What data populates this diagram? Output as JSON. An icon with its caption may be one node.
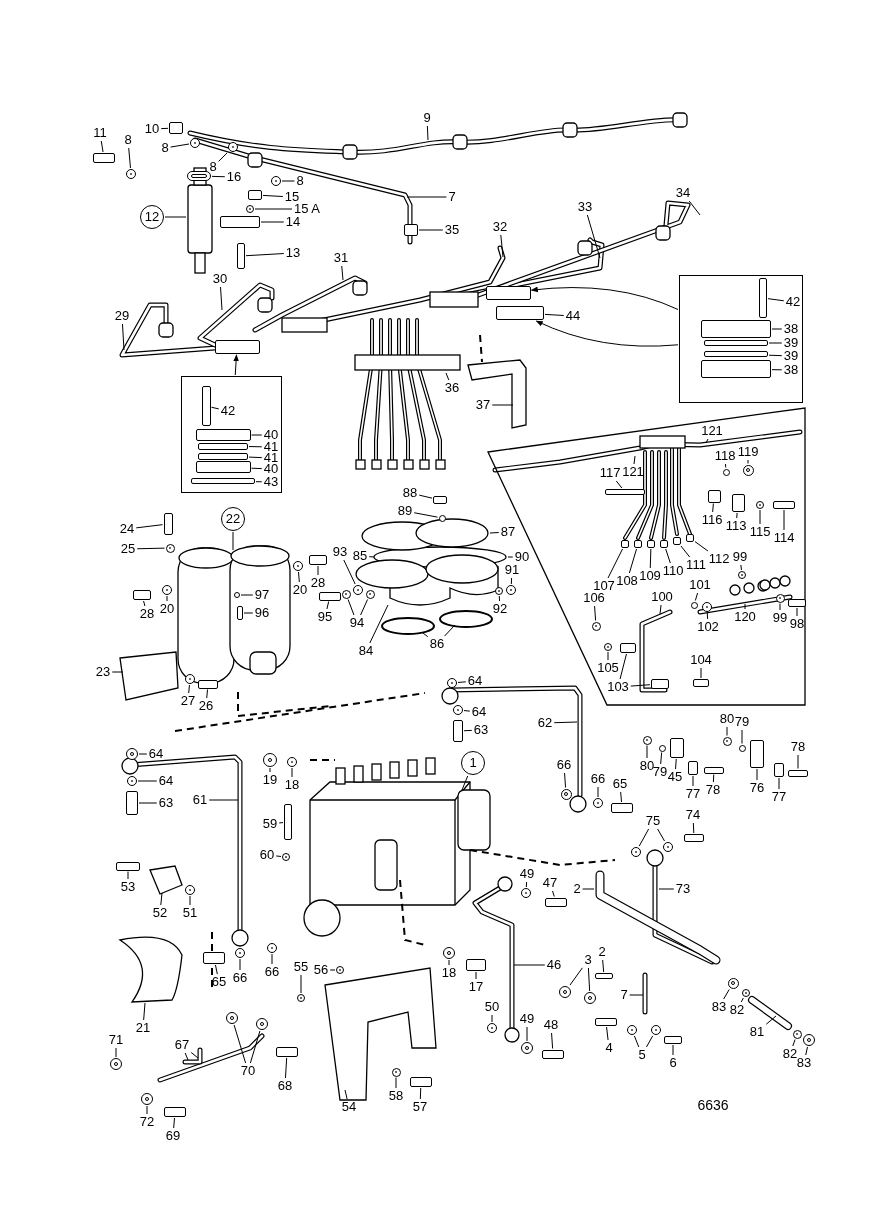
{
  "diagram": {
    "nodes": [
      {
        "text": [],
        "shape": "box"
      },
      {
        "text": [],
        "shape": "box"
      },
      {
        "text": [],
        "shape": "box"
      },
      {
        "text": [
          "11"
        ]
      },
      {
        "text": [
          "10"
        ]
      },
      {
        "text": [
          "8"
        ]
      },
      {
        "text": [
          "8"
        ]
      },
      {
        "text": [
          "9"
        ]
      },
      {
        "text": [
          "8"
        ]
      },
      {
        "text": [
          "16"
        ]
      },
      {
        "text": [
          "8"
        ]
      },
      {
        "text": [
          "15"
        ]
      },
      {
        "text": [
          "15 A"
        ]
      },
      {
        "text": [
          "14"
        ]
      },
      {
        "text": [
          "12"
        ]
      },
      {
        "text": [
          "13"
        ]
      },
      {
        "text": [
          "7"
        ]
      },
      {
        "text": [
          "35"
        ]
      },
      {
        "text": [
          "32"
        ]
      },
      {
        "text": [
          "33"
        ]
      },
      {
        "text": [
          "34"
        ]
      },
      {
        "text": [
          "31"
        ]
      },
      {
        "text": [
          "30"
        ]
      },
      {
        "text": [
          "29"
        ]
      },
      {
        "text": [
          "44"
        ]
      },
      {
        "text": [
          "36"
        ]
      },
      {
        "text": [
          "37"
        ]
      },
      {
        "text": [
          "42"
        ],
        "in": 0
      },
      {
        "text": [
          "40"
        ],
        "in": 0
      },
      {
        "text": [
          "41"
        ],
        "in": 0
      },
      {
        "text": [
          "41"
        ],
        "in": 0
      },
      {
        "text": [
          "40"
        ],
        "in": 0
      },
      {
        "text": [
          "43"
        ],
        "in": 0
      },
      {
        "text": [
          "42"
        ],
        "in": 1
      },
      {
        "text": [
          "38"
        ],
        "in": 1
      },
      {
        "text": [
          "39"
        ],
        "in": 1
      },
      {
        "text": [
          "39"
        ],
        "in": 1
      },
      {
        "text": [
          "38"
        ],
        "in": 1
      },
      {
        "text": [
          "121"
        ],
        "in": 2
      },
      {
        "text": [
          "119"
        ],
        "in": 2
      },
      {
        "text": [
          "118"
        ],
        "in": 2
      },
      {
        "text": [
          "121"
        ],
        "in": 2
      },
      {
        "text": [
          "117"
        ],
        "in": 2
      },
      {
        "text": [
          "116"
        ],
        "in": 2
      },
      {
        "text": [
          "113"
        ],
        "in": 2
      },
      {
        "text": [
          "115"
        ],
        "in": 2
      },
      {
        "text": [
          "114"
        ],
        "in": 2
      },
      {
        "text": [
          "107"
        ],
        "in": 2
      },
      {
        "text": [
          "108"
        ],
        "in": 2
      },
      {
        "text": [
          "109"
        ],
        "in": 2
      },
      {
        "text": [
          "110"
        ],
        "in": 2
      },
      {
        "text": [
          "111"
        ],
        "in": 2
      },
      {
        "text": [
          "112"
        ],
        "in": 2
      },
      {
        "text": [
          "99"
        ],
        "in": 2
      },
      {
        "text": [
          "101"
        ],
        "in": 2
      },
      {
        "text": [
          "100"
        ],
        "in": 2
      },
      {
        "text": [
          "106"
        ],
        "in": 2
      },
      {
        "text": [
          "120"
        ],
        "in": 2
      },
      {
        "text": [
          "99"
        ],
        "in": 2
      },
      {
        "text": [
          "98"
        ],
        "in": 2
      },
      {
        "text": [
          "102"
        ],
        "in": 2
      },
      {
        "text": [
          "104"
        ],
        "in": 2
      },
      {
        "text": [
          "105"
        ],
        "in": 2
      },
      {
        "text": [
          "103"
        ],
        "in": 2
      },
      {
        "text": [
          "88"
        ]
      },
      {
        "text": [
          "89"
        ]
      },
      {
        "text": [
          "24"
        ]
      },
      {
        "text": [
          "22"
        ]
      },
      {
        "text": [
          "87"
        ]
      },
      {
        "text": [
          "25"
        ]
      },
      {
        "text": [
          "90"
        ]
      },
      {
        "text": [
          "93"
        ]
      },
      {
        "text": [
          "85"
        ]
      },
      {
        "text": [
          "91"
        ]
      },
      {
        "text": [
          "20"
        ]
      },
      {
        "text": [
          "28"
        ]
      },
      {
        "text": [
          "97"
        ]
      },
      {
        "text": [
          "28"
        ]
      },
      {
        "text": [
          "20"
        ]
      },
      {
        "text": [
          "96"
        ]
      },
      {
        "text": [
          "95"
        ]
      },
      {
        "text": [
          "94"
        ]
      },
      {
        "text": [
          "92"
        ]
      },
      {
        "text": [
          "84"
        ]
      },
      {
        "text": [
          "86"
        ]
      },
      {
        "text": [
          "23"
        ]
      },
      {
        "text": [
          "64"
        ]
      },
      {
        "text": [
          "27"
        ]
      },
      {
        "text": [
          "26"
        ]
      },
      {
        "text": [
          "64"
        ]
      },
      {
        "text": [
          "63"
        ]
      },
      {
        "text": [
          "62"
        ]
      },
      {
        "text": [
          "80"
        ]
      },
      {
        "text": [
          "79"
        ]
      },
      {
        "text": [
          "78"
        ]
      },
      {
        "text": [
          "64"
        ]
      },
      {
        "text": [
          "1"
        ]
      },
      {
        "text": [
          "19"
        ]
      },
      {
        "text": [
          "18"
        ]
      },
      {
        "text": [
          "80"
        ]
      },
      {
        "text": [
          "79"
        ]
      },
      {
        "text": [
          "45"
        ]
      },
      {
        "text": [
          "61"
        ]
      },
      {
        "text": [
          "64"
        ]
      },
      {
        "text": [
          "66"
        ]
      },
      {
        "text": [
          "66"
        ]
      },
      {
        "text": [
          "65"
        ]
      },
      {
        "text": [
          "76"
        ]
      },
      {
        "text": [
          "77"
        ]
      },
      {
        "text": [
          "78"
        ]
      },
      {
        "text": [
          "77"
        ]
      },
      {
        "text": [
          "63"
        ]
      },
      {
        "text": [
          "74"
        ]
      },
      {
        "text": [
          "75"
        ]
      },
      {
        "text": [
          "59"
        ]
      },
      {
        "text": [
          "60"
        ]
      },
      {
        "text": [
          "49"
        ]
      },
      {
        "text": [
          "47"
        ]
      },
      {
        "text": [
          "53"
        ]
      },
      {
        "text": [
          "73"
        ]
      },
      {
        "text": [
          "2"
        ]
      },
      {
        "text": [
          "52"
        ]
      },
      {
        "text": [
          "51"
        ]
      },
      {
        "text": [
          "2"
        ]
      },
      {
        "text": [
          "3"
        ]
      },
      {
        "text": [
          "46"
        ]
      },
      {
        "text": [
          "55"
        ]
      },
      {
        "text": [
          "56"
        ]
      },
      {
        "text": [
          "18"
        ]
      },
      {
        "text": [
          "66"
        ]
      },
      {
        "text": [
          "66"
        ]
      },
      {
        "text": [
          "65"
        ]
      },
      {
        "text": [
          "17"
        ]
      },
      {
        "text": [
          "7"
        ]
      },
      {
        "text": [
          "83"
        ]
      },
      {
        "text": [
          "50"
        ]
      },
      {
        "text": [
          "82"
        ]
      },
      {
        "text": [
          "49"
        ]
      },
      {
        "text": [
          "81"
        ]
      },
      {
        "text": [
          "48"
        ]
      },
      {
        "text": [
          "21"
        ]
      },
      {
        "text": [
          "71"
        ]
      },
      {
        "text": [
          "67"
        ]
      },
      {
        "text": [
          "4"
        ]
      },
      {
        "text": [
          "5"
        ]
      },
      {
        "text": [
          "82"
        ]
      },
      {
        "text": [
          "6"
        ]
      },
      {
        "text": [
          "83"
        ]
      },
      {
        "text": [
          "70"
        ]
      },
      {
        "text": [
          "68"
        ]
      },
      {
        "text": [
          "58"
        ]
      },
      {
        "text": [
          "54"
        ]
      },
      {
        "text": [
          "57"
        ]
      },
      {
        "text": [
          "72"
        ]
      },
      {
        "text": [
          "69"
        ]
      },
      {
        "text": [],
        "shape": "box"
      },
      {
        "text": [],
        "shape": "box"
      },
      {
        "text": [],
        "shape": "circle"
      },
      {
        "text": [],
        "shape": "circle"
      },
      {
        "text": [],
        "shape": "circle"
      },
      {
        "text": [],
        "shape": "circle"
      },
      {
        "text": [],
        "shape": "circle"
      },
      {
        "text": [],
        "shape": "box"
      },
      {
        "text": [],
        "shape": "circle"
      },
      {
        "text": [],
        "shape": "box"
      },
      {
        "text": [],
        "shape": "box"
      },
      {
        "text": [],
        "shape": "box",
        "in": 0
      },
      {
        "text": [],
        "shape": "box",
        "in": 0
      },
      {
        "text": [],
        "shape": "box",
        "in": 0
      },
      {
        "text": [],
        "shape": "box",
        "in": 0
      },
      {
        "text": [],
        "shape": "box",
        "in": 0
      },
      {
        "text": [],
        "shape": "box",
        "in": 0
      },
      {
        "text": [],
        "shape": "box",
        "in": 1
      },
      {
        "text": [],
        "shape": "box",
        "in": 1
      },
      {
        "text": [],
        "shape": "box",
        "in": 1
      },
      {
        "text": [],
        "shape": "box",
        "in": 1
      },
      {
        "text": [],
        "shape": "box",
        "in": 1
      },
      {
        "text": [],
        "shape": "circle",
        "in": 2
      },
      {
        "text": [],
        "shape": "circle",
        "in": 2
      },
      {
        "text": [],
        "shape": "box",
        "in": 2
      },
      {
        "text": [],
        "shape": "box",
        "in": 2
      },
      {
        "text": [],
        "shape": "box",
        "in": 2
      },
      {
        "text": [],
        "shape": "circle",
        "in": 2
      },
      {
        "text": [],
        "shape": "box",
        "in": 2
      },
      {
        "text": [],
        "shape": "box",
        "in": 2
      },
      {
        "text": [],
        "shape": "box",
        "in": 2
      },
      {
        "text": [],
        "shape": "box",
        "in": 2
      },
      {
        "text": [],
        "shape": "box",
        "in": 2
      },
      {
        "text": [],
        "shape": "box",
        "in": 2
      },
      {
        "text": [],
        "shape": "box",
        "in": 2
      },
      {
        "text": [],
        "shape": "circle",
        "in": 2
      },
      {
        "text": [],
        "shape": "circle",
        "in": 2
      },
      {
        "text": [],
        "shape": "circle",
        "in": 2
      },
      {
        "text": [],
        "shape": "circle",
        "in": 2
      },
      {
        "text": [],
        "shape": "box",
        "in": 2
      },
      {
        "text": [],
        "shape": "circle",
        "in": 2
      },
      {
        "text": [],
        "shape": "box",
        "in": 2
      },
      {
        "text": [],
        "shape": "circle",
        "in": 2
      },
      {
        "text": [],
        "shape": "box",
        "in": 2
      },
      {
        "text": [],
        "shape": "box",
        "in": 2
      },
      {
        "text": [],
        "shape": "box"
      },
      {
        "text": [],
        "shape": "circle"
      },
      {
        "text": [],
        "shape": "box"
      },
      {
        "text": [],
        "shape": "circle"
      },
      {
        "text": [],
        "shape": "circle"
      },
      {
        "text": [],
        "shape": "circle"
      },
      {
        "text": [],
        "shape": "circle"
      },
      {
        "text": [],
        "shape": "box"
      },
      {
        "text": [],
        "shape": "circle"
      },
      {
        "text": [],
        "shape": "box"
      },
      {
        "text": [],
        "shape": "circle"
      },
      {
        "text": [],
        "shape": "box"
      },
      {
        "text": [],
        "shape": "box"
      },
      {
        "text": [],
        "shape": "circle"
      },
      {
        "text": [],
        "shape": "circle"
      },
      {
        "text": [],
        "shape": "circle"
      },
      {
        "text": [],
        "shape": "circle"
      },
      {
        "text": [],
        "shape": "circle"
      },
      {
        "text": [],
        "shape": "box"
      },
      {
        "text": [],
        "shape": "circle"
      },
      {
        "text": [],
        "shape": "box"
      },
      {
        "text": [],
        "shape": "circle"
      },
      {
        "text": [],
        "shape": "circle"
      },
      {
        "text": [],
        "shape": "box"
      },
      {
        "text": [],
        "shape": "circle"
      },
      {
        "text": [],
        "shape": "circle"
      },
      {
        "text": [],
        "shape": "circle"
      },
      {
        "text": [],
        "shape": "circle"
      },
      {
        "text": [],
        "shape": "circle"
      },
      {
        "text": [],
        "shape": "box"
      },
      {
        "text": [],
        "shape": "circle"
      },
      {
        "text": [],
        "shape": "circle"
      },
      {
        "text": [],
        "shape": "circle"
      },
      {
        "text": [],
        "shape": "box"
      },
      {
        "text": [],
        "shape": "box"
      },
      {
        "text": [],
        "shape": "box"
      },
      {
        "text": [],
        "shape": "box"
      },
      {
        "text": [],
        "shape": "box"
      },
      {
        "text": [],
        "shape": "box"
      },
      {
        "text": [],
        "shape": "box"
      },
      {
        "text": [],
        "shape": "circle"
      },
      {
        "text": [],
        "shape": "circle"
      },
      {
        "text": [],
        "shape": "box"
      },
      {
        "text": [],
        "shape": "circle"
      },
      {
        "text": [],
        "shape": "circle"
      },
      {
        "text": [],
        "shape": "box"
      },
      {
        "text": [],
        "shape": "box"
      },
      {
        "text": [],
        "shape": "circle"
      },
      {
        "text": [],
        "shape": "circle"
      },
      {
        "text": [],
        "shape": "circle"
      },
      {
        "text": [],
        "shape": "circle"
      },
      {
        "text": [],
        "shape": "circle"
      },
      {
        "text": [],
        "shape": "circle"
      },
      {
        "text": [],
        "shape": "circle"
      },
      {
        "text": [],
        "shape": "circle"
      },
      {
        "text": [],
        "shape": "box"
      },
      {
        "text": [],
        "shape": "box"
      },
      {
        "text": [],
        "shape": "circle"
      },
      {
        "text": [],
        "shape": "circle"
      },
      {
        "text": [],
        "shape": "circle"
      },
      {
        "text": [],
        "shape": "circle"
      },
      {
        "text": [],
        "shape": "box"
      },
      {
        "text": [],
        "shape": "circle"
      },
      {
        "text": [],
        "shape": "box"
      },
      {
        "text": [],
        "shape": "circle"
      },
      {
        "text": [],
        "shape": "circle"
      },
      {
        "text": [],
        "shape": "circle"
      },
      {
        "text": [],
        "shape": "box"
      },
      {
        "text": [],
        "shape": "circle"
      },
      {
        "text": [],
        "shape": "circle"
      },
      {
        "text": [],
        "shape": "circle"
      },
      {
        "text": [],
        "shape": "box"
      },
      {
        "text": [],
        "shape": "circle"
      },
      {
        "text": [],
        "shape": "box"
      },
      {
        "text": [],
        "shape": "circle"
      },
      {
        "text": [],
        "shape": "box"
      },
      {
        "text": [],
        "shape": "box"
      },
      {
        "text": [],
        "shape": "box"
      },
      {
        "text": [],
        "shape": "box"
      },
      {
        "text": [],
        "shape": "box"
      },
      {
        "text": [],
        "shape": "box"
      }
    ],
    "edges": [
      {
        "from": 0,
        "to": 278,
        "arrow": "to"
      },
      {
        "from": 1,
        "to": 276,
        "arrow": "to"
      },
      {
        "from": 1,
        "to": 277,
        "arrow": "to"
      },
      {
        "from": 3,
        "to": 155,
        "arrow": "none"
      },
      {
        "from": 4,
        "to": 156,
        "arrow": "none"
      },
      {
        "from": 5,
        "to": 157,
        "arrow": "none"
      },
      {
        "from": 6,
        "to": 158,
        "arrow": "none"
      },
      {
        "from": 7,
        "to": null,
        "arrow": "none"
      },
      {
        "from": 8,
        "to": 159,
        "arrow": "none"
      },
      {
        "from": 9,
        "to": 160,
        "arrow": "none"
      },
      {
        "from": 10,
        "to": 161,
        "arrow": "none"
      },
      {
        "from": 11,
        "to": 162,
        "arrow": "none"
      },
      {
        "from": 12,
        "to": 163,
        "arrow": "none"
      },
      {
        "from": 13,
        "to": 279,
        "arrow": "none"
      },
      {
        "from": 14,
        "to": null,
        "arrow": "none"
      },
      {
        "from": 15,
        "to": 164,
        "arrow": "none"
      },
      {
        "from": 16,
        "to": null,
        "arrow": "none"
      },
      {
        "from": 17,
        "to": 165,
        "arrow": "none"
      },
      {
        "from": 18,
        "to": null,
        "arrow": "none"
      },
      {
        "from": 19,
        "to": null,
        "arrow": "none"
      },
      {
        "from": 20,
        "to": null,
        "arrow": "none"
      },
      {
        "from": 21,
        "to": null,
        "arrow": "none"
      },
      {
        "from": 22,
        "to": null,
        "arrow": "none"
      },
      {
        "from": 23,
        "to": null,
        "arrow": "none"
      },
      {
        "from": 24,
        "to": 277,
        "arrow": "none"
      },
      {
        "from": 25,
        "to": null,
        "arrow": "none"
      },
      {
        "from": 26,
        "to": null,
        "arrow": "none"
      },
      {
        "from": 27,
        "to": 166,
        "arrow": "none"
      },
      {
        "from": 28,
        "to": 167,
        "arrow": "none"
      },
      {
        "from": 29,
        "to": 168,
        "arrow": "none"
      },
      {
        "from": 30,
        "to": 169,
        "arrow": "none"
      },
      {
        "from": 31,
        "to": 170,
        "arrow": "none"
      },
      {
        "from": 32,
        "to": 171,
        "arrow": "none"
      },
      {
        "from": 33,
        "to": 172,
        "arrow": "none"
      },
      {
        "from": 34,
        "to": 173,
        "arrow": "none"
      },
      {
        "from": 35,
        "to": 174,
        "arrow": "none"
      },
      {
        "from": 36,
        "to": 175,
        "arrow": "none"
      },
      {
        "from": 37,
        "to": 176,
        "arrow": "none"
      },
      {
        "from": 38,
        "to": null,
        "arrow": "none"
      },
      {
        "from": 39,
        "to": 177,
        "arrow": "none"
      },
      {
        "from": 40,
        "to": 178,
        "arrow": "none"
      },
      {
        "from": 41,
        "to": null,
        "arrow": "none"
      },
      {
        "from": 42,
        "to": 179,
        "arrow": "none"
      },
      {
        "from": 43,
        "to": 180,
        "arrow": "none"
      },
      {
        "from": 44,
        "to": 181,
        "arrow": "none"
      },
      {
        "from": 45,
        "to": 182,
        "arrow": "none"
      },
      {
        "from": 46,
        "to": 183,
        "arrow": "none"
      },
      {
        "from": 47,
        "to": 184,
        "arrow": "none"
      },
      {
        "from": 48,
        "to": 185,
        "arrow": "none"
      },
      {
        "from": 49,
        "to": 186,
        "arrow": "none"
      },
      {
        "from": 50,
        "to": 187,
        "arrow": "none"
      },
      {
        "from": 51,
        "to": 188,
        "arrow": "none"
      },
      {
        "from": 52,
        "to": 189,
        "arrow": "none"
      },
      {
        "from": 53,
        "to": 190,
        "arrow": "none"
      },
      {
        "from": 54,
        "to": 191,
        "arrow": "none"
      },
      {
        "from": 55,
        "to": null,
        "arrow": "none"
      },
      {
        "from": 56,
        "to": 192,
        "arrow": "none"
      },
      {
        "from": 57,
        "to": null,
        "arrow": "none"
      },
      {
        "from": 58,
        "to": 193,
        "arrow": "none"
      },
      {
        "from": 59,
        "to": 194,
        "arrow": "none"
      },
      {
        "from": 60,
        "to": 195,
        "arrow": "none"
      },
      {
        "from": 61,
        "to": 196,
        "arrow": "none"
      },
      {
        "from": 62,
        "to": 197,
        "arrow": "none"
      },
      {
        "from": 63,
        "to": 198,
        "arrow": "none"
      },
      {
        "from": 63,
        "to": 199,
        "arrow": "none"
      },
      {
        "from": 64,
        "to": 200,
        "arrow": "none"
      },
      {
        "from": 65,
        "to": 201,
        "arrow": "none"
      },
      {
        "from": 66,
        "to": 202,
        "arrow": "none"
      },
      {
        "from": 67,
        "to": null,
        "arrow": "none"
      },
      {
        "from": 68,
        "to": null,
        "arrow": "none"
      },
      {
        "from": 69,
        "to": 203,
        "arrow": "none"
      },
      {
        "from": 70,
        "to": null,
        "arrow": "none"
      },
      {
        "from": 71,
        "to": 204,
        "arrow": "none"
      },
      {
        "from": 72,
        "to": null,
        "arrow": "none"
      },
      {
        "from": 73,
        "to": 205,
        "arrow": "none"
      },
      {
        "from": 74,
        "to": 206,
        "arrow": "none"
      },
      {
        "from": 75,
        "to": 207,
        "arrow": "none"
      },
      {
        "from": 76,
        "to": 208,
        "arrow": "none"
      },
      {
        "from": 77,
        "to": 209,
        "arrow": "none"
      },
      {
        "from": 78,
        "to": 210,
        "arrow": "none"
      },
      {
        "from": 79,
        "to": 211,
        "arrow": "none"
      },
      {
        "from": 80,
        "to": 212,
        "arrow": "none"
      },
      {
        "from": 81,
        "to": 213,
        "arrow": "none"
      },
      {
        "from": 81,
        "to": 214,
        "arrow": "none"
      },
      {
        "from": 82,
        "to": 215,
        "arrow": "none"
      },
      {
        "from": 83,
        "to": null,
        "arrow": "none"
      },
      {
        "from": 84,
        "to": null,
        "arrow": "none"
      },
      {
        "from": 84,
        "to": null,
        "arrow": "none"
      },
      {
        "from": 85,
        "to": null,
        "arrow": "none"
      },
      {
        "from": 86,
        "to": 216,
        "arrow": "none"
      },
      {
        "from": 87,
        "to": 217,
        "arrow": "none"
      },
      {
        "from": 88,
        "to": 218,
        "arrow": "none"
      },
      {
        "from": 89,
        "to": 219,
        "arrow": "none"
      },
      {
        "from": 90,
        "to": 220,
        "arrow": "none"
      },
      {
        "from": 91,
        "to": null,
        "arrow": "none"
      },
      {
        "from": 92,
        "to": 221,
        "arrow": "none"
      },
      {
        "from": 93,
        "to": 222,
        "arrow": "none"
      },
      {
        "from": 94,
        "to": 223,
        "arrow": "none"
      },
      {
        "from": 95,
        "to": 224,
        "arrow": "none"
      },
      {
        "from": 96,
        "to": null,
        "arrow": "none"
      },
      {
        "from": 97,
        "to": 225,
        "arrow": "none"
      },
      {
        "from": 98,
        "to": 226,
        "arrow": "none"
      },
      {
        "from": 99,
        "to": 227,
        "arrow": "none"
      },
      {
        "from": 100,
        "to": 228,
        "arrow": "none"
      },
      {
        "from": 101,
        "to": 229,
        "arrow": "none"
      },
      {
        "from": 102,
        "to": null,
        "arrow": "none"
      },
      {
        "from": 103,
        "to": 230,
        "arrow": "none"
      },
      {
        "from": 104,
        "to": 231,
        "arrow": "none"
      },
      {
        "from": 105,
        "to": 232,
        "arrow": "none"
      },
      {
        "from": 106,
        "to": 233,
        "arrow": "none"
      },
      {
        "from": 107,
        "to": 234,
        "arrow": "none"
      },
      {
        "from": 108,
        "to": 235,
        "arrow": "none"
      },
      {
        "from": 109,
        "to": 236,
        "arrow": "none"
      },
      {
        "from": 110,
        "to": 237,
        "arrow": "none"
      },
      {
        "from": 111,
        "to": 238,
        "arrow": "none"
      },
      {
        "from": 112,
        "to": 239,
        "arrow": "none"
      },
      {
        "from": 113,
        "to": 240,
        "arrow": "none"
      },
      {
        "from": 113,
        "to": 241,
        "arrow": "none"
      },
      {
        "from": 114,
        "to": 242,
        "arrow": "none"
      },
      {
        "from": 115,
        "to": 243,
        "arrow": "none"
      },
      {
        "from": 116,
        "to": 244,
        "arrow": "none"
      },
      {
        "from": 117,
        "to": 245,
        "arrow": "none"
      },
      {
        "from": 118,
        "to": 246,
        "arrow": "none"
      },
      {
        "from": 119,
        "to": null,
        "arrow": "none"
      },
      {
        "from": 120,
        "to": null,
        "arrow": "none"
      },
      {
        "from": 121,
        "to": null,
        "arrow": "none"
      },
      {
        "from": 122,
        "to": 247,
        "arrow": "none"
      },
      {
        "from": 123,
        "to": 280,
        "arrow": "none"
      },
      {
        "from": 124,
        "to": 248,
        "arrow": "none"
      },
      {
        "from": 124,
        "to": 249,
        "arrow": "none"
      },
      {
        "from": 125,
        "to": null,
        "arrow": "none"
      },
      {
        "from": 126,
        "to": 250,
        "arrow": "none"
      },
      {
        "from": 127,
        "to": 251,
        "arrow": "none"
      },
      {
        "from": 128,
        "to": 252,
        "arrow": "none"
      },
      {
        "from": 129,
        "to": 253,
        "arrow": "none"
      },
      {
        "from": 130,
        "to": 254,
        "arrow": "none"
      },
      {
        "from": 131,
        "to": 255,
        "arrow": "none"
      },
      {
        "from": 132,
        "to": 256,
        "arrow": "none"
      },
      {
        "from": 133,
        "to": null,
        "arrow": "none"
      },
      {
        "from": 134,
        "to": 257,
        "arrow": "none"
      },
      {
        "from": 135,
        "to": 258,
        "arrow": "none"
      },
      {
        "from": 136,
        "to": 259,
        "arrow": "none"
      },
      {
        "from": 137,
        "to": 260,
        "arrow": "none"
      },
      {
        "from": 138,
        "to": null,
        "arrow": "none"
      },
      {
        "from": 139,
        "to": 261,
        "arrow": "none"
      },
      {
        "from": 140,
        "to": null,
        "arrow": "none"
      },
      {
        "from": 141,
        "to": 262,
        "arrow": "none"
      },
      {
        "from": 142,
        "to": null,
        "arrow": "none"
      },
      {
        "from": 142,
        "to": null,
        "arrow": "none"
      },
      {
        "from": 143,
        "to": 263,
        "arrow": "none"
      },
      {
        "from": 144,
        "to": 264,
        "arrow": "none"
      },
      {
        "from": 144,
        "to": 265,
        "arrow": "none"
      },
      {
        "from": 145,
        "to": 266,
        "arrow": "none"
      },
      {
        "from": 146,
        "to": 267,
        "arrow": "none"
      },
      {
        "from": 147,
        "to": 268,
        "arrow": "none"
      },
      {
        "from": 148,
        "to": 269,
        "arrow": "none"
      },
      {
        "from": 148,
        "to": 270,
        "arrow": "none"
      },
      {
        "from": 149,
        "to": 271,
        "arrow": "none"
      },
      {
        "from": 150,
        "to": 272,
        "arrow": "none"
      },
      {
        "from": 151,
        "to": null,
        "arrow": "none"
      },
      {
        "from": 152,
        "to": 273,
        "arrow": "none"
      },
      {
        "from": 153,
        "to": 274,
        "arrow": "none"
      },
      {
        "from": 154,
        "to": 275,
        "arrow": "none"
      }
    ],
    "labels": [
      "6636"
    ]
  }
}
